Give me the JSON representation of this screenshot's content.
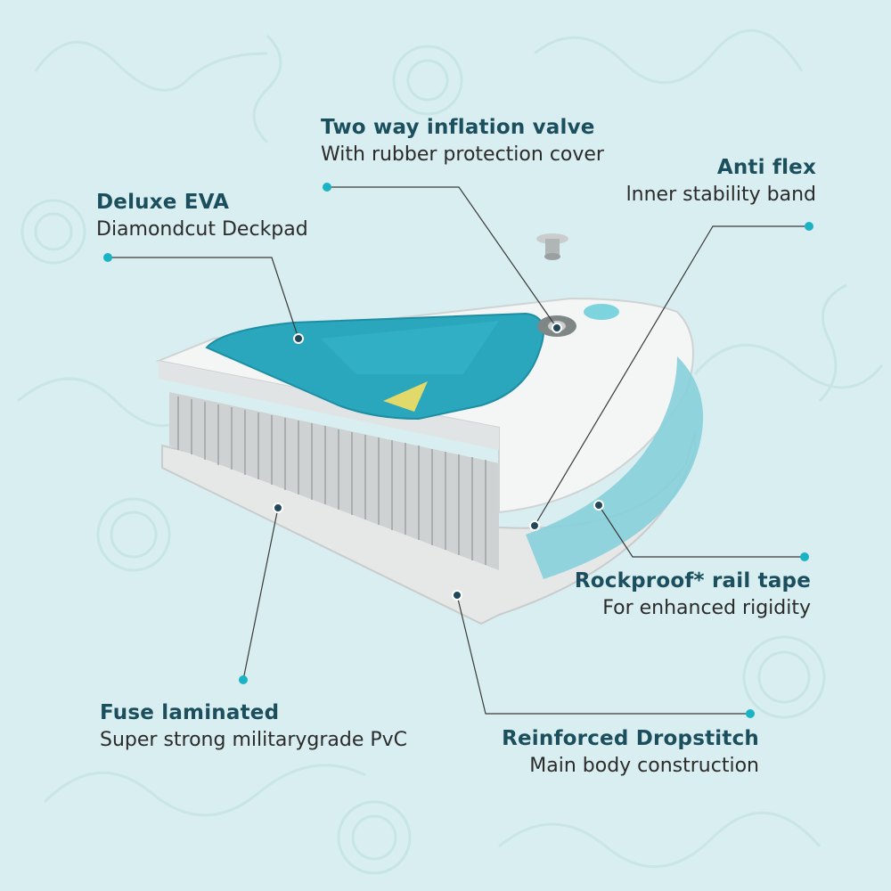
{
  "colors": {
    "background": "#d9eef0",
    "title": "#1c4f5d",
    "subtitle": "#2b2b2b",
    "accent": "#1bb3c4",
    "deckpad": "#2aa6bd",
    "board": "#f2f3f3"
  },
  "features": [
    {
      "id": "valve",
      "title": "Two way inflation valve",
      "subtitle": "With rubber protection cover"
    },
    {
      "id": "antiflex",
      "title": "Anti flex",
      "subtitle": "lnner stability band"
    },
    {
      "id": "eva",
      "title": "Deluxe EVA",
      "subtitle": "Diamondcut Deckpad"
    },
    {
      "id": "railtape",
      "title": "Rockproof* rail tape",
      "subtitle": "For enhanced rigidity"
    },
    {
      "id": "fuse",
      "title": "Fuse laminated",
      "subtitle": "Super strong militarygrade PvC"
    },
    {
      "id": "dropstitch",
      "title": "Reinforced Dropstitch",
      "subtitle": "Main body construction"
    }
  ]
}
